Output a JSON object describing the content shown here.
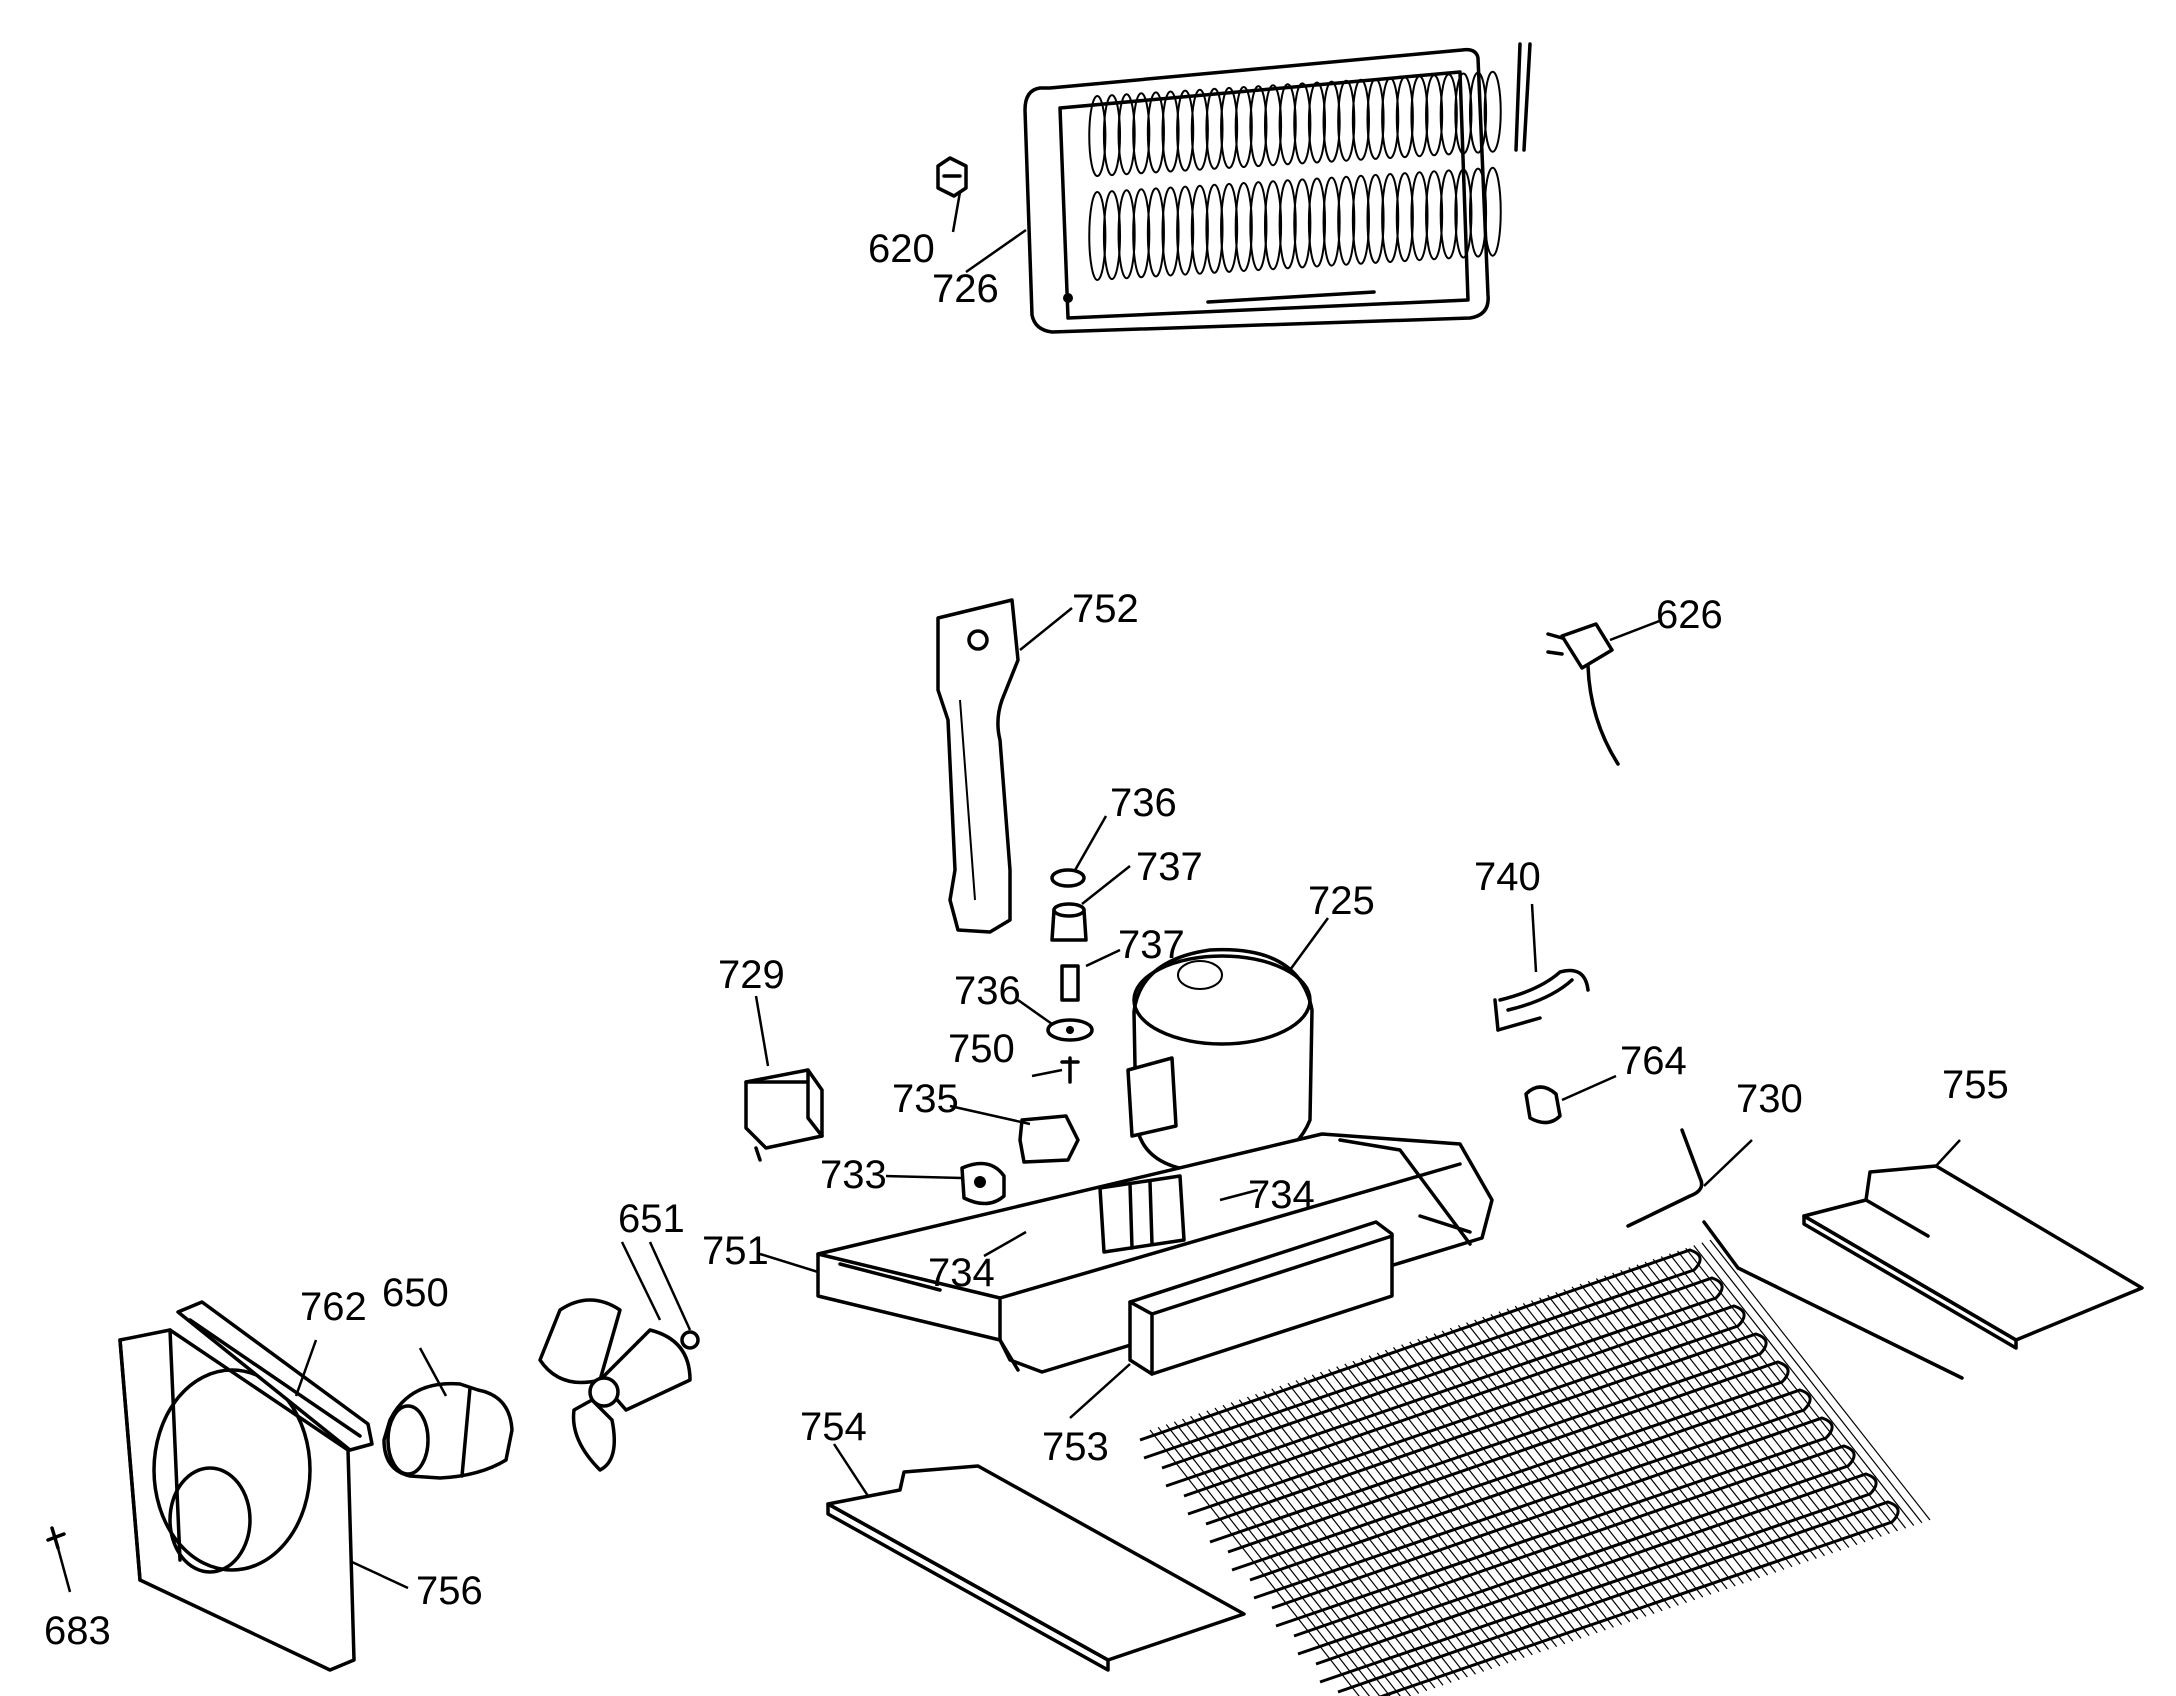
{
  "labels": {
    "p620": "620",
    "p726": "726",
    "p752": "752",
    "p626": "626",
    "p736a": "736",
    "p737a": "737",
    "p737b": "737",
    "p736b": "736",
    "p750": "750",
    "p725": "725",
    "p740": "740",
    "p729": "729",
    "p735": "735",
    "p764": "764",
    "p730": "730",
    "p755": "755",
    "p733": "733",
    "p734a": "734",
    "p651": "651",
    "p751": "751",
    "p734b": "734",
    "p762": "762",
    "p650": "650",
    "p754": "754",
    "p753": "753",
    "p756": "756",
    "p683": "683"
  }
}
